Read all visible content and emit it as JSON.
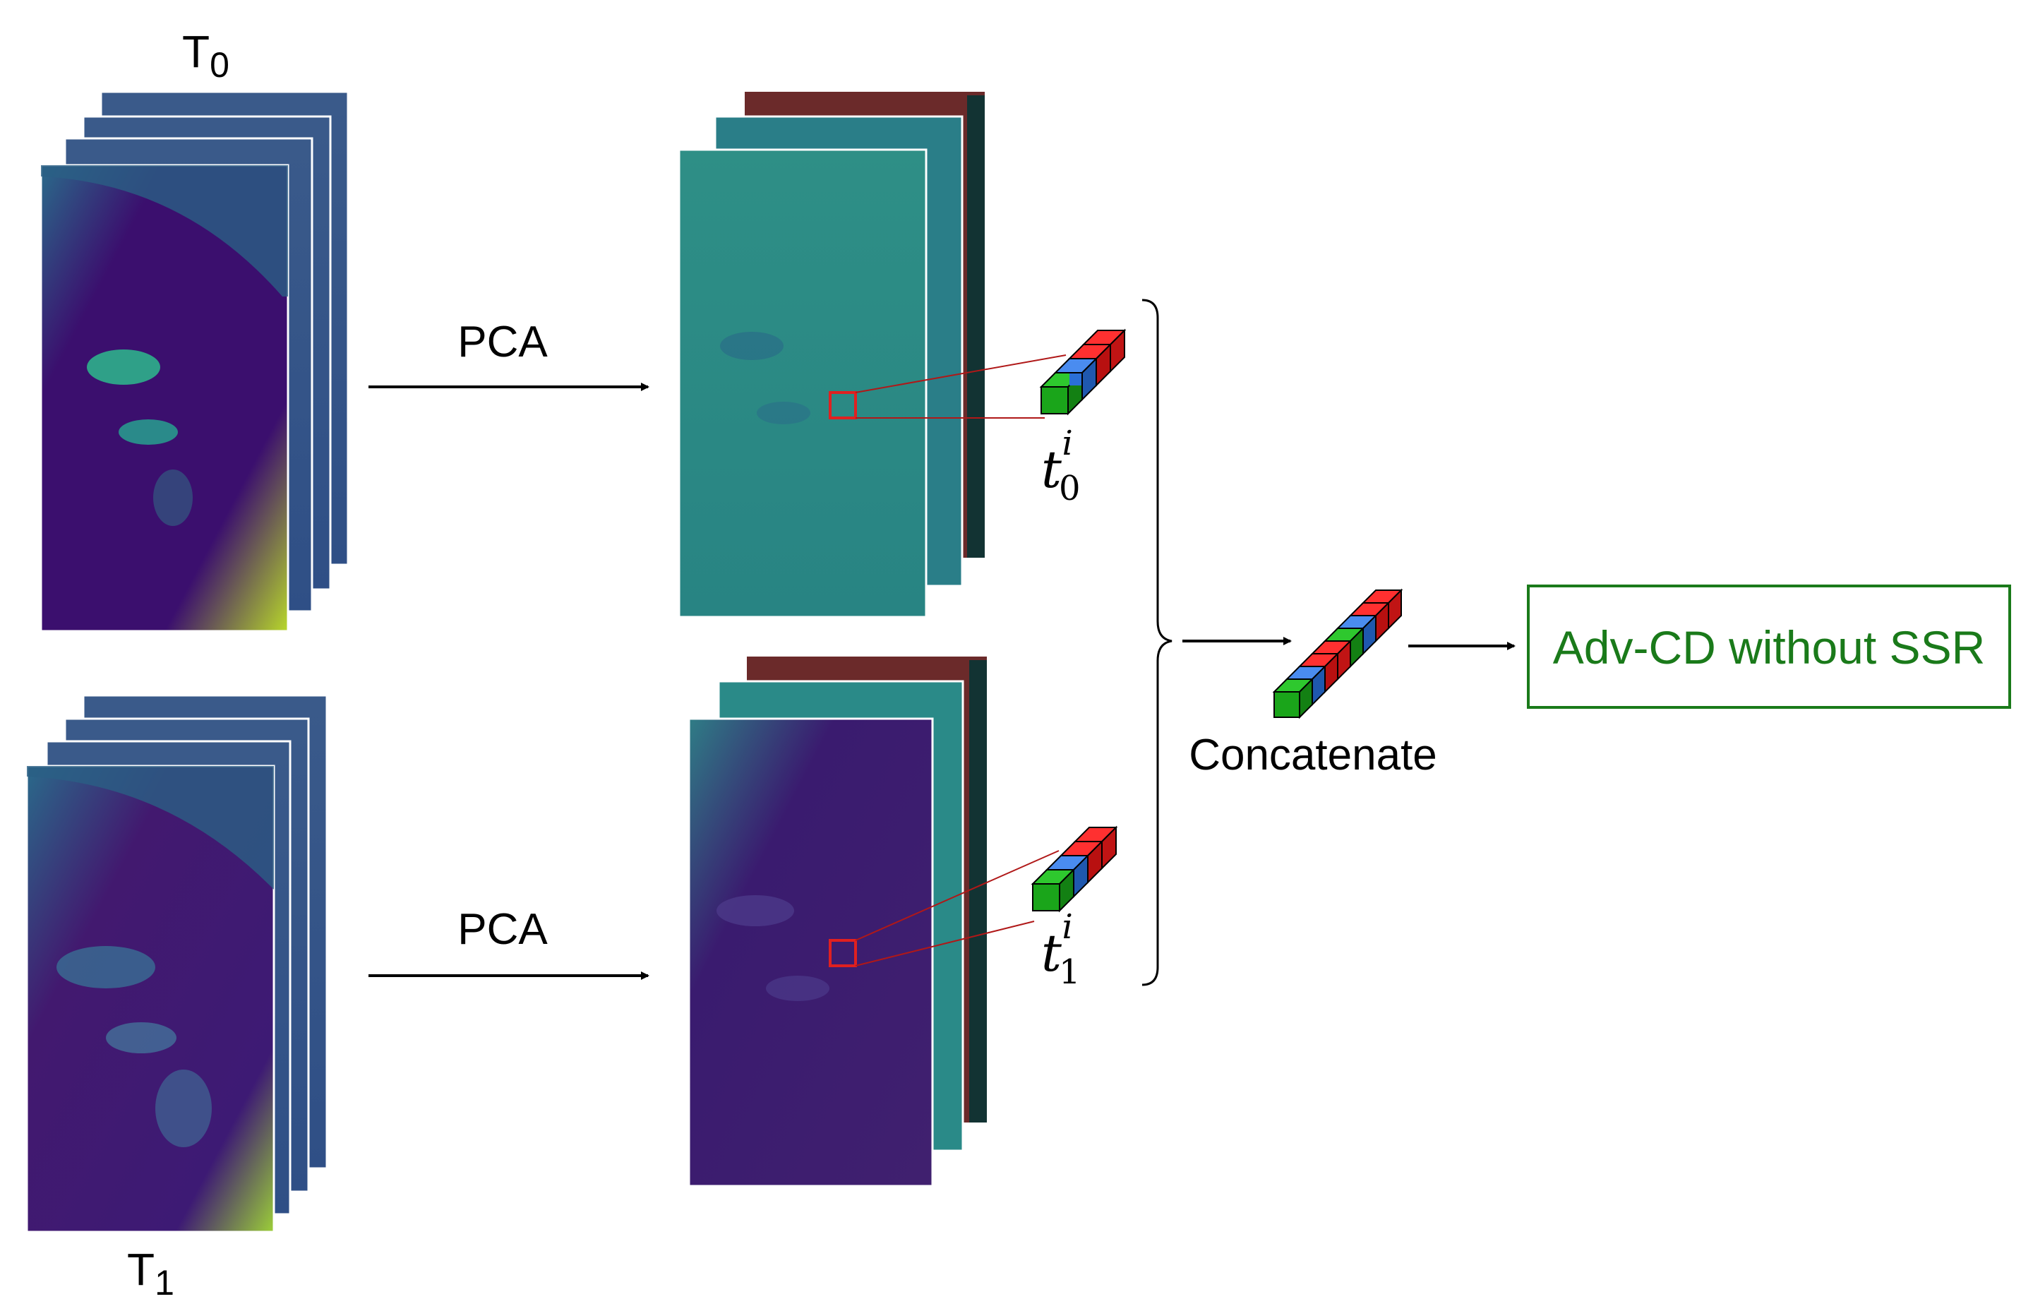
{
  "labels": {
    "t0_main": "T",
    "t0_sub": "0",
    "t1_main": "T",
    "t1_sub": "1",
    "pca_top": "PCA",
    "pca_bottom": "PCA",
    "vec0_main": "t",
    "vec0_sub": "0",
    "vec0_sup": "i",
    "vec1_main": "t",
    "vec1_sub": "1",
    "vec1_sup": "i",
    "concatenate": "Concatenate",
    "output": "Adv-CD without SSR"
  },
  "colors": {
    "hyperspectral_t0": "#3b0f6e",
    "hyperspectral_t1": "#3d1a74",
    "pca_t0_front": "#2a8a8a",
    "pca_t1_front": "#3a1b6f",
    "pca_back_red": "#6b2a2a",
    "pca_back_dark": "#123333",
    "highlight_box": "#e02020",
    "cube_green": "#1aa51a",
    "cube_blue": "#2a6fd6",
    "cube_red": "#e01818",
    "output_text": "#1a7a1a",
    "output_border": "#1a7a1a"
  }
}
